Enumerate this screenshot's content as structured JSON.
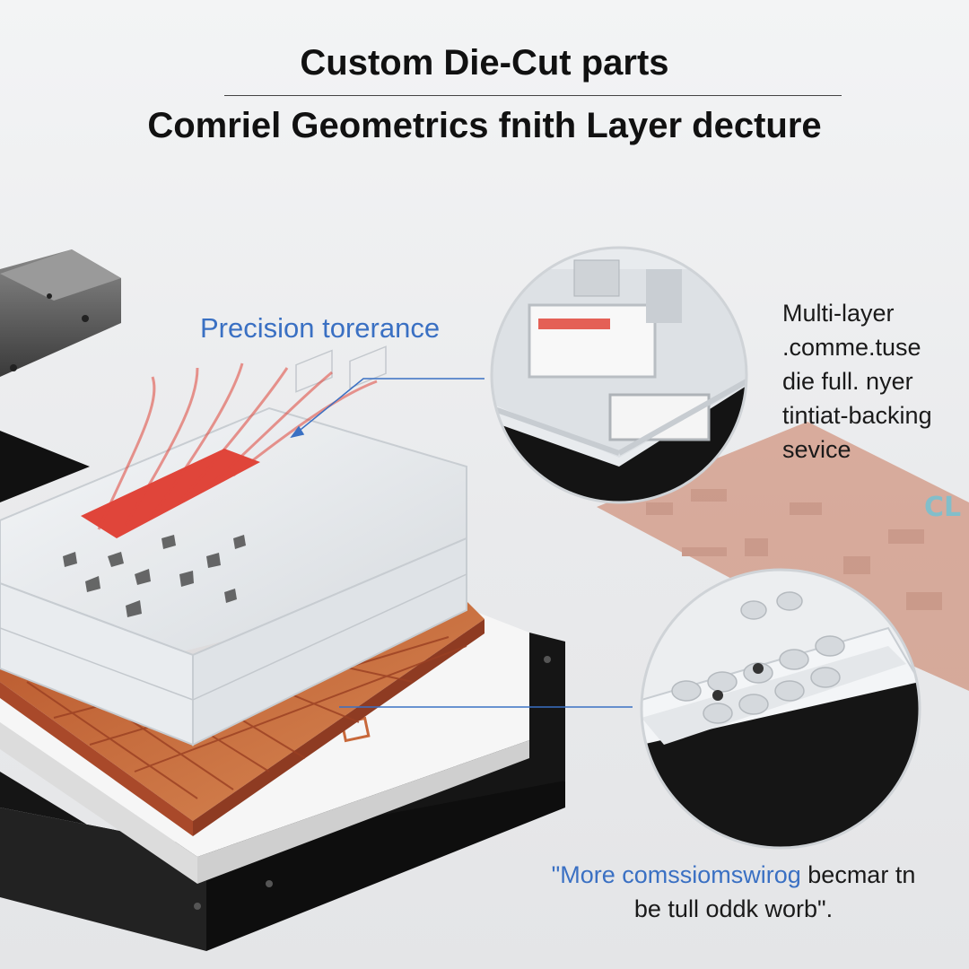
{
  "header": {
    "title": "Custom Die-Cut parts",
    "subtitle": "Comriel Geometrics fnith Layer decture"
  },
  "callouts": {
    "precision": "Precision torerance",
    "multilayer": {
      "lines": [
        ".comme.tuse",
        "die full. nyer",
        "tintiat-backing",
        "sevice"
      ],
      "first_line": "Multi-layer"
    },
    "quote": {
      "blue_part": "\"More comssiomswirog",
      "rest_part": " becmar tn",
      "line2": "be tull oddk worb\"."
    }
  },
  "colors": {
    "accent_blue": "#3a70c3",
    "copper": "#c8683a",
    "highlight_red": "#e0453a",
    "black_layer": "#1c1c1c"
  }
}
